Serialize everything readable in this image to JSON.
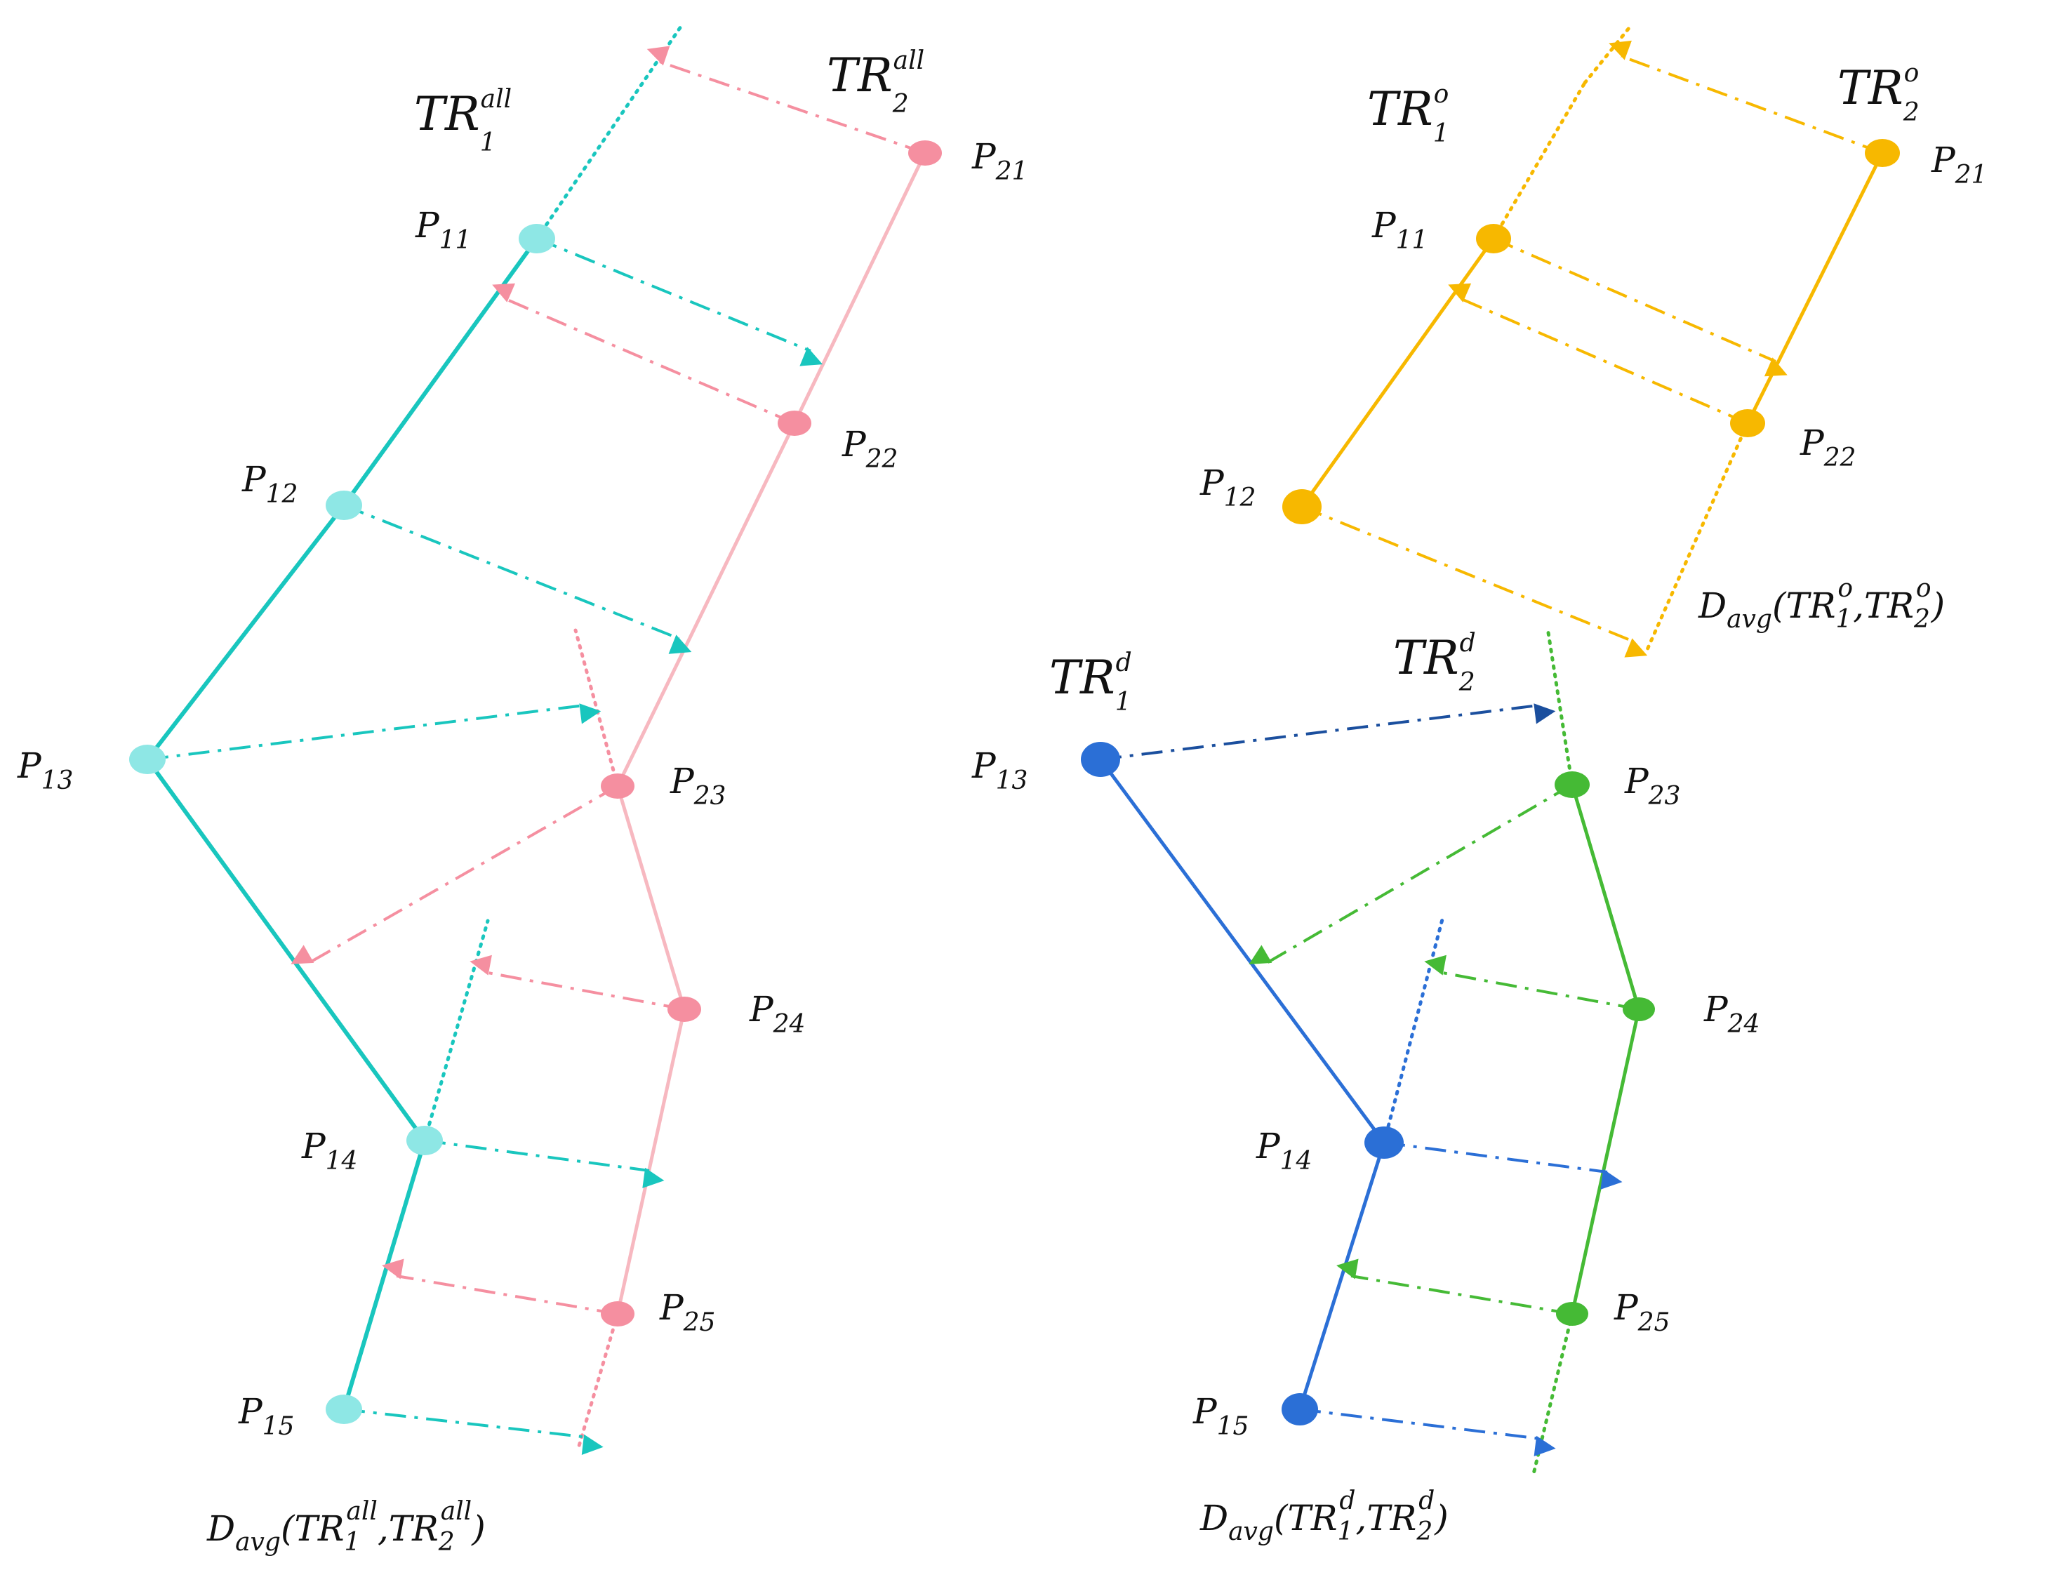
{
  "colors": {
    "tr1_all": "#19c6be",
    "tr1_all_point": "#8ee7e5",
    "tr2_all": "#f7a8b2",
    "tr2_all_point": "#f58fa0",
    "orig": "#f7b800",
    "tr1_d": "#2b6fd6",
    "tr1_d_arrow": "#1b4f9e",
    "tr2_d": "#45ba35"
  },
  "left": {
    "tr1": {
      "base": "TR",
      "sub": "1",
      "sup": "all"
    },
    "tr2": {
      "base": "TR",
      "sub": "2",
      "sup": "all"
    },
    "points1": [
      {
        "base": "P",
        "sub": "11"
      },
      {
        "base": "P",
        "sub": "12"
      },
      {
        "base": "P",
        "sub": "13"
      },
      {
        "base": "P",
        "sub": "14"
      },
      {
        "base": "P",
        "sub": "15"
      }
    ],
    "points2": [
      {
        "base": "P",
        "sub": "21"
      },
      {
        "base": "P",
        "sub": "22"
      },
      {
        "base": "P",
        "sub": "23"
      },
      {
        "base": "P",
        "sub": "24"
      },
      {
        "base": "P",
        "sub": "25"
      }
    ],
    "davg": {
      "fn": "D",
      "fn_sub": "avg",
      "open": "(",
      "a": "TR",
      "a_sub": "1",
      "a_sup": "all",
      "comma": ",",
      "b": "TR",
      "b_sub": "2",
      "b_sup": "all",
      "close": ")"
    }
  },
  "right_top": {
    "tr1": {
      "base": "TR",
      "sub": "1",
      "sup": "o"
    },
    "tr2": {
      "base": "TR",
      "sub": "2",
      "sup": "o"
    },
    "points": [
      {
        "base": "P",
        "sub": "11"
      },
      {
        "base": "P",
        "sub": "12"
      },
      {
        "base": "P",
        "sub": "21"
      },
      {
        "base": "P",
        "sub": "22"
      }
    ],
    "davg": {
      "fn": "D",
      "fn_sub": "avg",
      "open": "(",
      "a": "TR",
      "a_sub": "1",
      "a_sup": "o",
      "comma": ",",
      "b": "TR",
      "b_sub": "2",
      "b_sup": "o",
      "close": ")"
    }
  },
  "right_bottom": {
    "tr1": {
      "base": "TR",
      "sub": "1",
      "sup": "d"
    },
    "tr2": {
      "base": "TR",
      "sub": "2",
      "sup": "d"
    },
    "points": [
      {
        "base": "P",
        "sub": "13"
      },
      {
        "base": "P",
        "sub": "14"
      },
      {
        "base": "P",
        "sub": "15"
      },
      {
        "base": "P",
        "sub": "23"
      },
      {
        "base": "P",
        "sub": "24"
      },
      {
        "base": "P",
        "sub": "25"
      }
    ],
    "davg": {
      "fn": "D",
      "fn_sub": "avg",
      "open": "(",
      "a": "TR",
      "a_sub": "1",
      "a_sup": "d",
      "comma": ",",
      "b": "TR",
      "b_sub": "2",
      "b_sup": "d",
      "close": ")"
    }
  }
}
